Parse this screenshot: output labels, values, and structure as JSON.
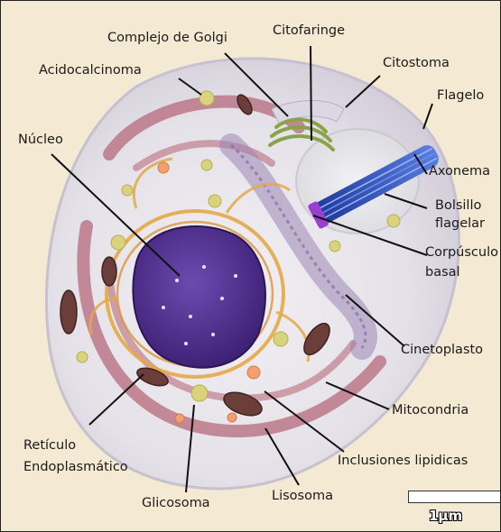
{
  "labels": {
    "golgi": "Complejo de Golgi",
    "citofaringe": "Citofaringe",
    "citostoma": "Citostoma",
    "acidocalcinoma": "Acidocalcinoma",
    "flagelo": "Flagelo",
    "nucleo": "Núcleo",
    "axonema": "Axonema",
    "bolsillo_line1": "Bolsillo",
    "bolsillo_line2": "flagelar",
    "corpusculo_line1": "Corpúsculo",
    "corpusculo_line2": "basal",
    "cinetoplasto": "Cinetoplasto",
    "mitocondria": "Mitocondria",
    "reticulo_line1": "Retículo",
    "reticulo_line2": "Endoplasmático",
    "inclusiones": "Inclusiones lipidicas",
    "glicosoma": "Glicosoma",
    "lisosoma": "Lisosoma"
  },
  "scale": {
    "label": "1μm"
  },
  "colors": {
    "background": "#f4ead3",
    "cytoplasm": "#e9e6ea",
    "membrane": "#cfc9d6",
    "nucleus": "#4b2a86",
    "reticulum": "#b66a7b",
    "golgi": "#8aa348",
    "flagellum": "#2f4fb8",
    "mitochondria": "#6b3e3a",
    "er_golden": "#e3a947"
  }
}
